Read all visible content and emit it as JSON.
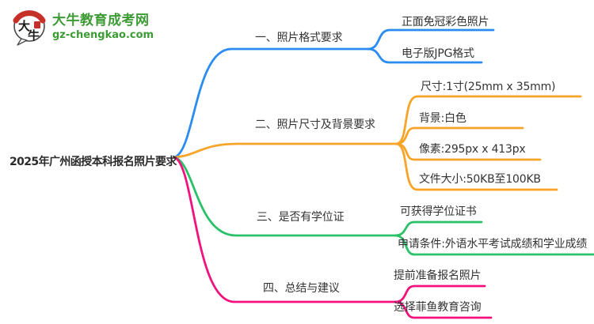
{
  "brand": {
    "name": "大牛教育成考网",
    "domain": "gz-chengkao.com",
    "color": "#3d9b35",
    "logo_char_top": "大",
    "logo_char_bottom": "牛"
  },
  "mindmap": {
    "root": "2025年广州函授本科报名照片要求",
    "text_color": "#333333",
    "branches": [
      {
        "label": "一、照片格式要求",
        "color": "#2a8cf0",
        "leaves": [
          "正面免冠彩色照片",
          "电子版JPG格式"
        ]
      },
      {
        "label": "二、照片尺寸及背景要求",
        "color": "#f7a428",
        "leaves": [
          "尺寸:1寸(25mm x 35mm)",
          "背景:白色",
          "像素:295px x 413px",
          "文件大小:50KB至100KB"
        ]
      },
      {
        "label": "三、是否有学位证",
        "color": "#2bc169",
        "leaves": [
          "可获得学位证书",
          "申请条件:外语水平考试成绩和学业成绩"
        ]
      },
      {
        "label": "四、总结与建议",
        "color": "#f2127e",
        "leaves": [
          "提前准备报名照片",
          "选择菲鱼教育咨询"
        ]
      }
    ]
  }
}
